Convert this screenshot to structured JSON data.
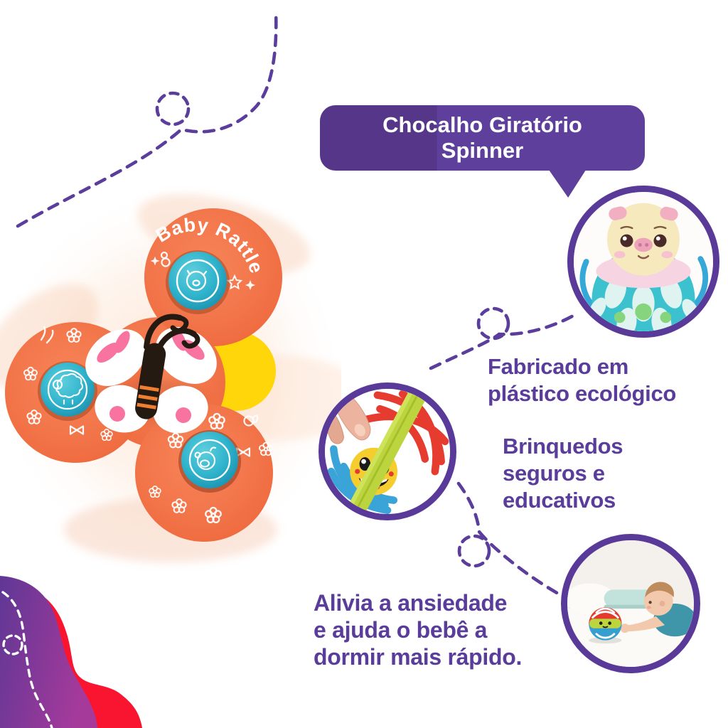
{
  "banner": {
    "title_line1": "Chocalho Giratório",
    "title_line2": "Spinner"
  },
  "spinner": {
    "label": "Baby Rattle"
  },
  "features": {
    "eco": {
      "line1": "Fabricado em",
      "line2": "plástico ecológico"
    },
    "safe": {
      "line1": "Brinquedos",
      "line2": "seguros e",
      "line3": "educativos"
    },
    "sleep": {
      "line1": "Alivia a ansiedade",
      "line2": "e ajuda o bebê a",
      "line3": "dormir mais rápido."
    }
  },
  "photos": {
    "pig": {
      "icon": "pig-rattle-ball-photo"
    },
    "hand": {
      "icon": "hand-holding-rattle-photo"
    },
    "baby": {
      "icon": "baby-playing-photo"
    }
  },
  "colors": {
    "accent_purple": "#5a3a99",
    "text_purple": "#5a3d9a",
    "banner_purple_dark": "#553689",
    "banner_purple": "#5e3f9c",
    "spinner_orange": "#f3764b",
    "button_teal": "#2fb3cc",
    "highlight_yellow": "#ffd60a",
    "corner_red": "#f9142f",
    "corner_magenta": "#a63a9b",
    "white": "#ffffff"
  }
}
